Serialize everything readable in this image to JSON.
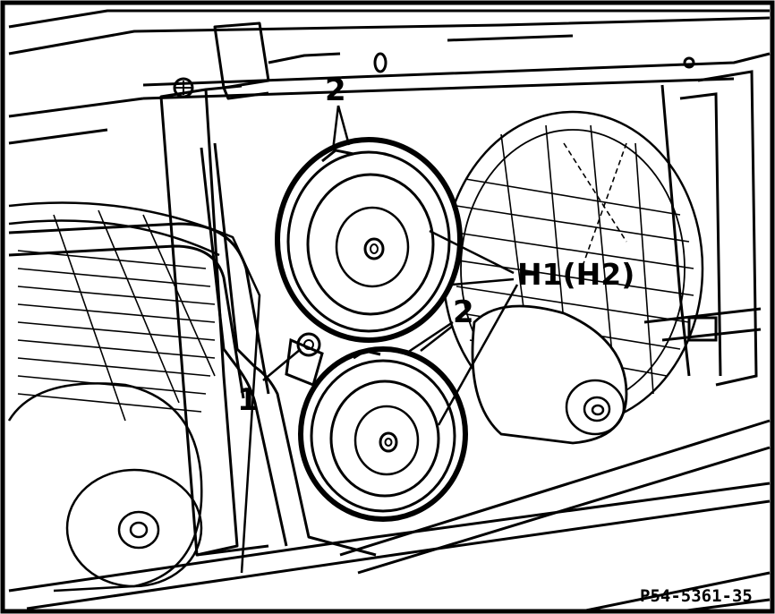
{
  "diagram": {
    "callouts": {
      "bracket_top": "2",
      "bracket_lower": "2",
      "bolt": "1",
      "horns": "H1(H2)"
    },
    "figure_code": "P54-5361-35"
  },
  "colors": {
    "ink": "#000000",
    "paper": "#ffffff"
  }
}
